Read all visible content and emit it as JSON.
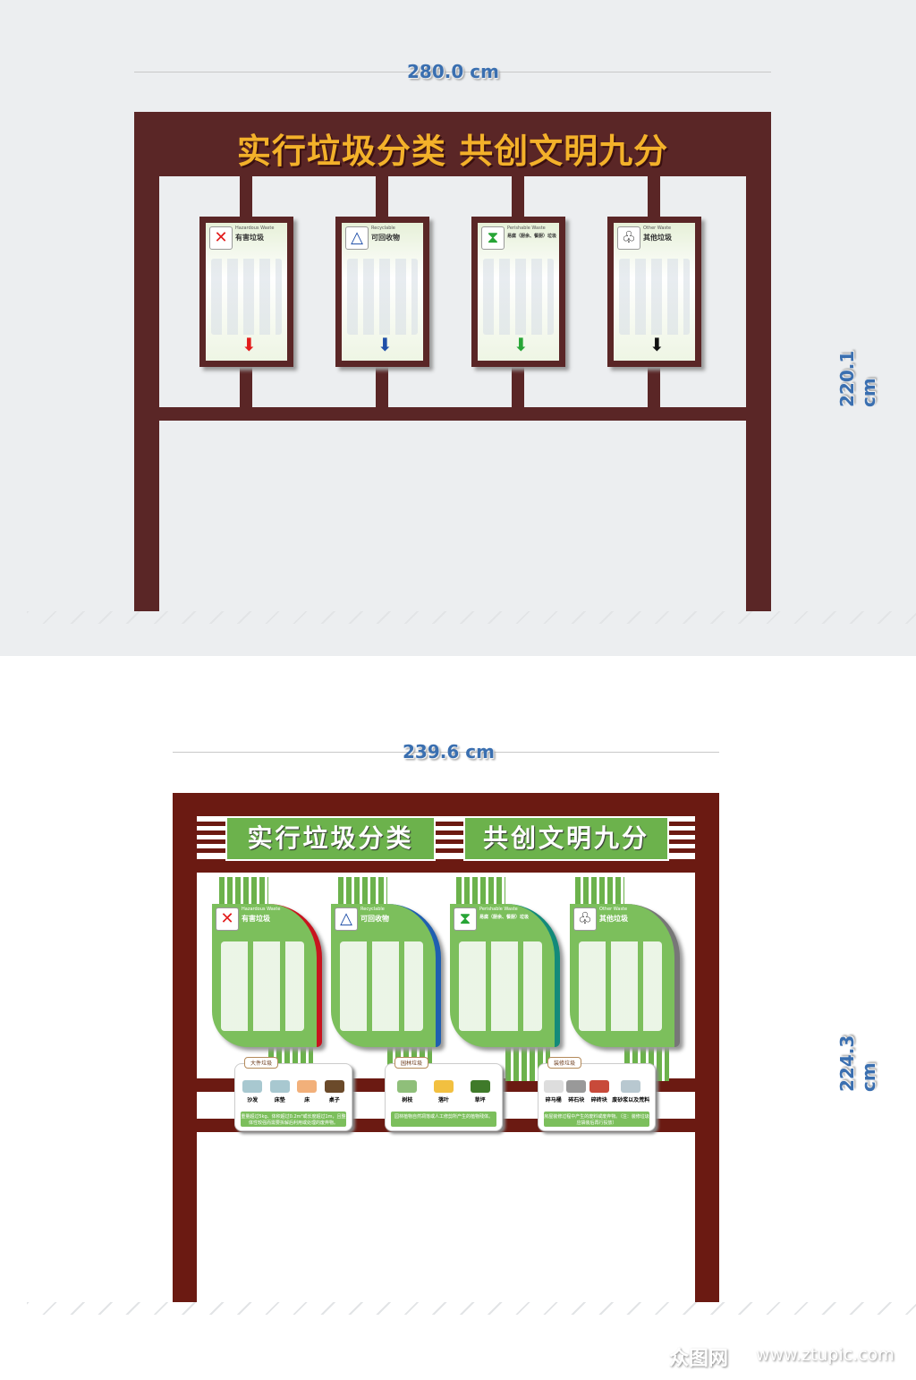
{
  "top": {
    "width_label": "280.0 cm",
    "height_label": "220.1 cm",
    "title": "实行垃圾分类 共创文明九分",
    "panels": [
      {
        "en": "Hazardous Waste",
        "cn": "有害垃圾",
        "icon": "hazard-x-icon",
        "arrow_color": "#e21b1b",
        "icon_color": "#e21b1b"
      },
      {
        "en": "Recyclable",
        "cn": "可回收物",
        "icon": "recycle-triangle-icon",
        "arrow_color": "#1f4fa8",
        "icon_color": "#1f4fa8"
      },
      {
        "en": "Perishable Waste",
        "cn": "易腐（厨余、餐厨）垃圾",
        "icon": "hourglass-icon",
        "arrow_color": "#27a536",
        "icon_color": "#27a536"
      },
      {
        "en": "Other Waste",
        "cn": "其他垃圾",
        "icon": "other-waste-icon",
        "arrow_color": "#111111",
        "icon_color": "#111111"
      }
    ]
  },
  "bottom": {
    "width_label": "239.6 cm",
    "height_label": "224.3 cm",
    "title_left": "实行垃圾分类",
    "title_right": "共创文明九分",
    "panel_accents": [
      "#c8141e",
      "#1f5fb0",
      "#138a7a",
      "#777777"
    ],
    "cards": [
      {
        "tag": "大件垃圾",
        "items": [
          "沙发",
          "床垫",
          "床",
          "桌子"
        ],
        "note": "重量超过5kg、体积超过0.2m³或长度超过1m，且整体性较强而需要拆解后利用或处理的废弃物。"
      },
      {
        "tag": "园林垃圾",
        "items": [
          "树枝",
          "落叶",
          "草坪"
        ],
        "note": "园林植物自然凋落或人工修剪所产生的植物残体。"
      },
      {
        "tag": "装修垃圾",
        "items": [
          "碎马桶",
          "碎石块",
          "碎砖块",
          "废砂浆以及荒料"
        ],
        "note": "房屋装修过程中产生的废料或废弃物。（注：装修垃圾应袋装后再行投放）"
      }
    ]
  },
  "watermark": {
    "logo": "众图网",
    "url": "www.ztupic.com"
  },
  "colors": {
    "frame_top": "#5a2626",
    "frame_bottom": "#6b1a12",
    "green": "#6cb24c",
    "title_orange": "#f3b12a",
    "dimension_blue": "#3a6fb0"
  }
}
